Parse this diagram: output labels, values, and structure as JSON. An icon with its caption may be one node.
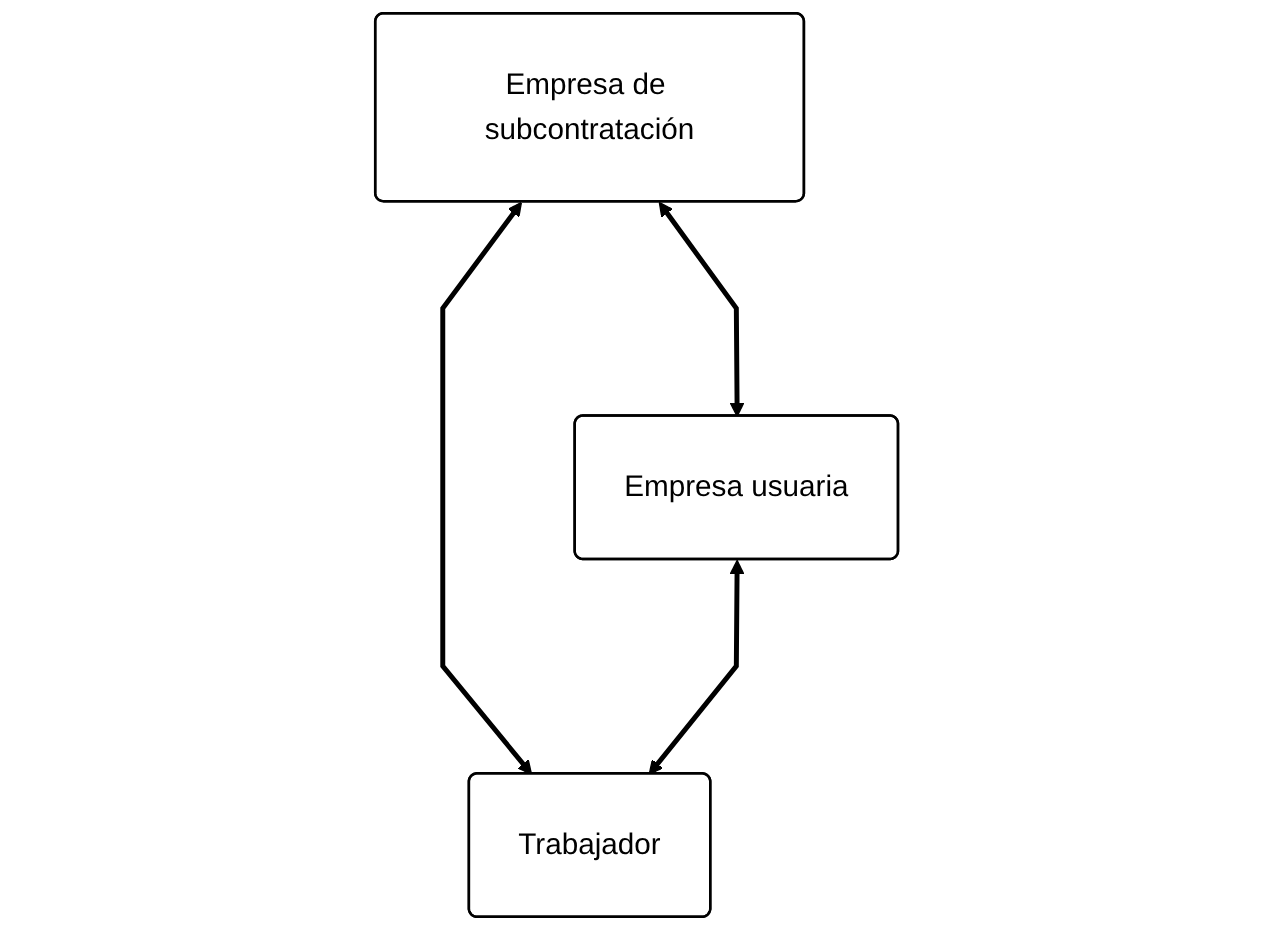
{
  "diagram": {
    "nodes": [
      {
        "text": [
          "Empresa de subcontratación"
        ]
      },
      {
        "text": [
          "Empresa usuaria"
        ]
      },
      {
        "text": [
          "Trabajador"
        ]
      }
    ],
    "edges": [
      {
        "from": 0,
        "to": 1,
        "arrow": "both"
      },
      {
        "from": 0,
        "to": 2,
        "arrow": "both"
      },
      {
        "from": 1,
        "to": 2,
        "arrow": "both"
      }
    ]
  }
}
